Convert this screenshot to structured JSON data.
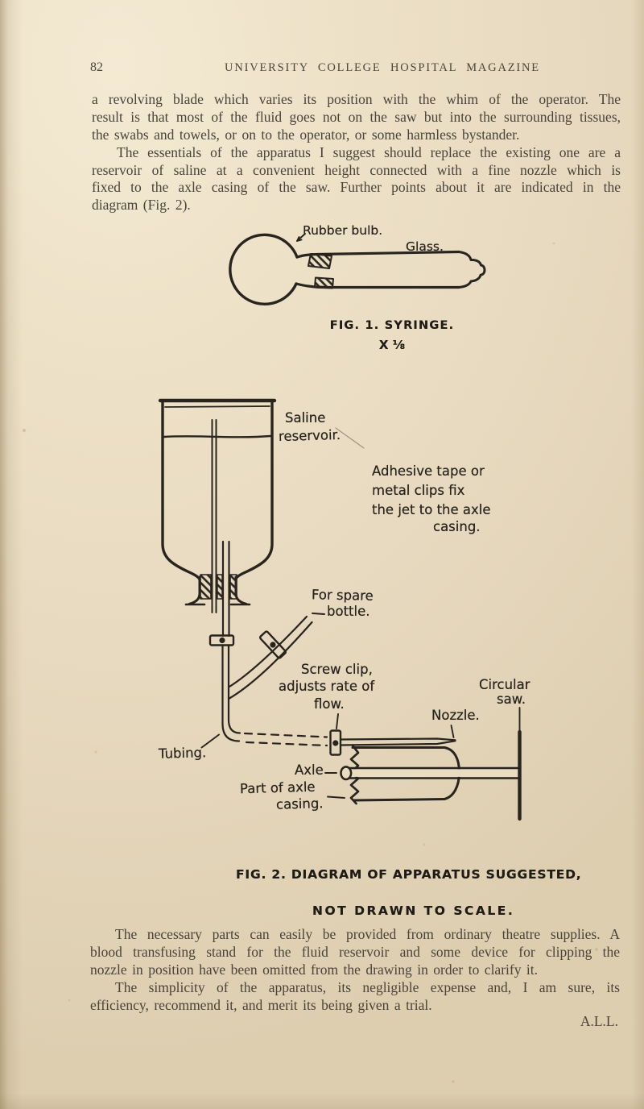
{
  "colors": {
    "paper": "#e9dcc1",
    "print_ink": "#49433a",
    "hand_ink": "#28231c"
  },
  "header": {
    "page_number": "82",
    "title": "UNIVERSITY COLLEGE HOSPITAL MAGAZINE"
  },
  "text_top": {
    "lines": [
      "a revolving blade which varies its position with the whim of the operator.  The",
      "result is that most of the fluid goes not on the saw but into the surrounding tissues,",
      "the swabs and towels, or on to the operator, or some harmless bystander.",
      "The essentials of the apparatus I suggest should replace the existing one are a",
      "reservoir of saline at a convenient height connected with a fine nozzle which is",
      "fixed to the axle casing of the saw.  Further points about it are indicated in the",
      "diagram (Fig. 2)."
    ]
  },
  "figure1": {
    "label_rubber_bulb": "Rubber bulb.",
    "label_glass": "Glass.",
    "caption": "FIG. 1. SYRINGE.",
    "scale_note": "X ⅛"
  },
  "figure2": {
    "label_saline_1": "Saline",
    "label_saline_2": "reservoir.",
    "label_adhesive_1": "Adhesive tape or",
    "label_adhesive_2": "metal clips fix",
    "label_adhesive_3": "the jet to the axle",
    "label_adhesive_4": "casing.",
    "label_spare_1": "For spare",
    "label_spare_2": "bottle.",
    "label_screw_1": "Screw clip,",
    "label_screw_2": "adjusts rate of",
    "label_screw_3": "flow.",
    "label_tubing": "Tubing.",
    "label_axle": "Axle",
    "label_part_1": "Part of axle",
    "label_part_2": "casing.",
    "label_nozzle": "Nozzle.",
    "label_saw_1": "Circular",
    "label_saw_2": "saw.",
    "caption_1": "FIG. 2. DIAGRAM OF APPARATUS SUGGESTED,",
    "caption_2": "NOT DRAWN TO SCALE."
  },
  "text_bottom": {
    "lines": [
      "The necessary parts can easily be provided from ordinary theatre supplies.  A",
      "blood transfusing stand for the fluid reservoir and some device for clipping the",
      "nozzle in position have been omitted from the drawing in order to clarify it.",
      "The simplicity of the apparatus, its negligible expense and, I am sure, its",
      "efficiency, recommend it, and merit its being given a trial."
    ],
    "signature": "A.L.L."
  }
}
